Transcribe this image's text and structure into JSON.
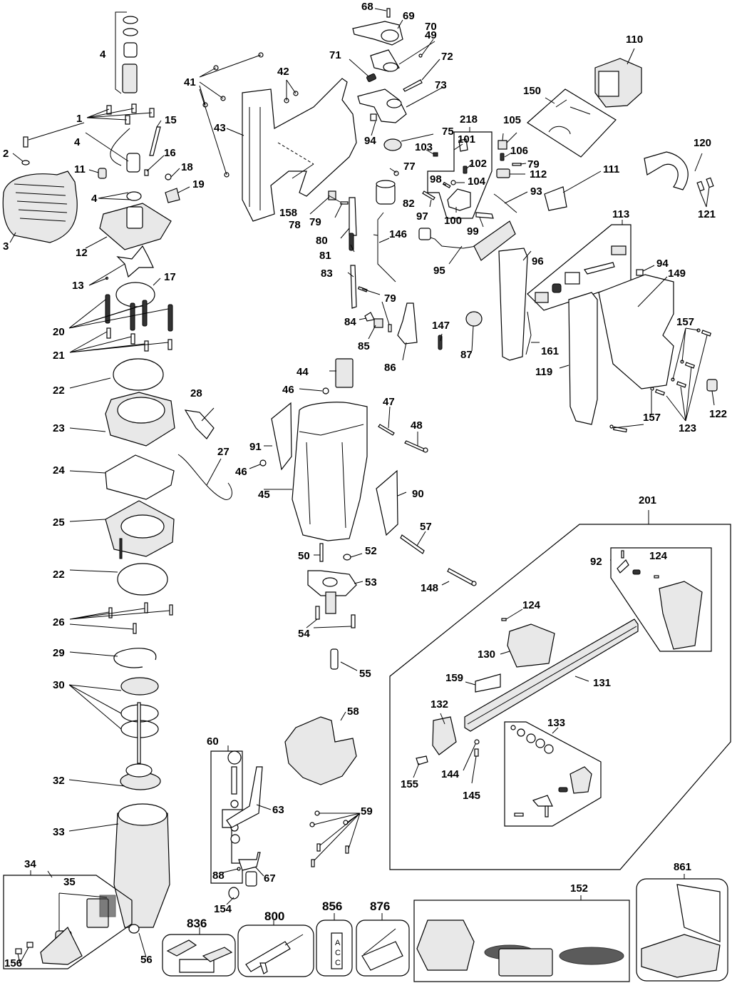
{
  "diagram": {
    "type": "exploded-parts-diagram",
    "subject": "cordless framing nailer",
    "callouts": [
      {
        "id": "1",
        "label": "1"
      },
      {
        "id": "2",
        "label": "2"
      },
      {
        "id": "3",
        "label": "3"
      },
      {
        "id": "4a",
        "label": "4"
      },
      {
        "id": "4b",
        "label": "4"
      },
      {
        "id": "4c",
        "label": "4"
      },
      {
        "id": "11",
        "label": "11"
      },
      {
        "id": "12",
        "label": "12"
      },
      {
        "id": "13",
        "label": "13"
      },
      {
        "id": "15",
        "label": "15"
      },
      {
        "id": "16",
        "label": "16"
      },
      {
        "id": "17",
        "label": "17"
      },
      {
        "id": "18",
        "label": "18"
      },
      {
        "id": "19",
        "label": "19"
      },
      {
        "id": "20",
        "label": "20"
      },
      {
        "id": "21",
        "label": "21"
      },
      {
        "id": "22a",
        "label": "22"
      },
      {
        "id": "22b",
        "label": "22"
      },
      {
        "id": "23",
        "label": "23"
      },
      {
        "id": "24",
        "label": "24"
      },
      {
        "id": "25",
        "label": "25"
      },
      {
        "id": "26",
        "label": "26"
      },
      {
        "id": "27",
        "label": "27"
      },
      {
        "id": "28",
        "label": "28"
      },
      {
        "id": "29",
        "label": "29"
      },
      {
        "id": "30",
        "label": "30"
      },
      {
        "id": "32",
        "label": "32"
      },
      {
        "id": "33",
        "label": "33"
      },
      {
        "id": "34",
        "label": "34"
      },
      {
        "id": "35",
        "label": "35"
      },
      {
        "id": "41",
        "label": "41"
      },
      {
        "id": "42",
        "label": "42"
      },
      {
        "id": "43",
        "label": "43"
      },
      {
        "id": "44",
        "label": "44"
      },
      {
        "id": "45",
        "label": "45"
      },
      {
        "id": "46a",
        "label": "46"
      },
      {
        "id": "46b",
        "label": "46"
      },
      {
        "id": "47",
        "label": "47"
      },
      {
        "id": "48",
        "label": "48"
      },
      {
        "id": "49",
        "label": "49"
      },
      {
        "id": "50",
        "label": "50"
      },
      {
        "id": "52",
        "label": "52"
      },
      {
        "id": "53",
        "label": "53"
      },
      {
        "id": "54",
        "label": "54"
      },
      {
        "id": "55",
        "label": "55"
      },
      {
        "id": "56",
        "label": "56"
      },
      {
        "id": "57",
        "label": "57"
      },
      {
        "id": "58",
        "label": "58"
      },
      {
        "id": "59",
        "label": "59"
      },
      {
        "id": "60",
        "label": "60"
      },
      {
        "id": "63",
        "label": "63"
      },
      {
        "id": "67",
        "label": "67"
      },
      {
        "id": "68",
        "label": "68"
      },
      {
        "id": "69",
        "label": "69"
      },
      {
        "id": "70",
        "label": "70"
      },
      {
        "id": "71",
        "label": "71"
      },
      {
        "id": "72",
        "label": "72"
      },
      {
        "id": "73",
        "label": "73"
      },
      {
        "id": "75",
        "label": "75"
      },
      {
        "id": "77",
        "label": "77"
      },
      {
        "id": "78",
        "label": "78"
      },
      {
        "id": "79a",
        "label": "79"
      },
      {
        "id": "79b",
        "label": "79"
      },
      {
        "id": "79c",
        "label": "79"
      },
      {
        "id": "80",
        "label": "80"
      },
      {
        "id": "81",
        "label": "81"
      },
      {
        "id": "82",
        "label": "82"
      },
      {
        "id": "83",
        "label": "83"
      },
      {
        "id": "84",
        "label": "84"
      },
      {
        "id": "85",
        "label": "85"
      },
      {
        "id": "86",
        "label": "86"
      },
      {
        "id": "87",
        "label": "87"
      },
      {
        "id": "88",
        "label": "88"
      },
      {
        "id": "90",
        "label": "90"
      },
      {
        "id": "91",
        "label": "91"
      },
      {
        "id": "92",
        "label": "92"
      },
      {
        "id": "93",
        "label": "93"
      },
      {
        "id": "94a",
        "label": "94"
      },
      {
        "id": "94b",
        "label": "94"
      },
      {
        "id": "95",
        "label": "95"
      },
      {
        "id": "96",
        "label": "96"
      },
      {
        "id": "97",
        "label": "97"
      },
      {
        "id": "98",
        "label": "98"
      },
      {
        "id": "99",
        "label": "99"
      },
      {
        "id": "100",
        "label": "100"
      },
      {
        "id": "101",
        "label": "101"
      },
      {
        "id": "102",
        "label": "102"
      },
      {
        "id": "103",
        "label": "103"
      },
      {
        "id": "104",
        "label": "104"
      },
      {
        "id": "105",
        "label": "105"
      },
      {
        "id": "106",
        "label": "106"
      },
      {
        "id": "110",
        "label": "110"
      },
      {
        "id": "111",
        "label": "111"
      },
      {
        "id": "112",
        "label": "112"
      },
      {
        "id": "113",
        "label": "113"
      },
      {
        "id": "119",
        "label": "119"
      },
      {
        "id": "120",
        "label": "120"
      },
      {
        "id": "121",
        "label": "121"
      },
      {
        "id": "122",
        "label": "122"
      },
      {
        "id": "123",
        "label": "123"
      },
      {
        "id": "124a",
        "label": "124"
      },
      {
        "id": "124b",
        "label": "124"
      },
      {
        "id": "130",
        "label": "130"
      },
      {
        "id": "131",
        "label": "131"
      },
      {
        "id": "132",
        "label": "132"
      },
      {
        "id": "133",
        "label": "133"
      },
      {
        "id": "144",
        "label": "144"
      },
      {
        "id": "145",
        "label": "145"
      },
      {
        "id": "146",
        "label": "146"
      },
      {
        "id": "147",
        "label": "147"
      },
      {
        "id": "148",
        "label": "148"
      },
      {
        "id": "149",
        "label": "149"
      },
      {
        "id": "150",
        "label": "150"
      },
      {
        "id": "152",
        "label": "152"
      },
      {
        "id": "154",
        "label": "154"
      },
      {
        "id": "155",
        "label": "155"
      },
      {
        "id": "156",
        "label": "156"
      },
      {
        "id": "157a",
        "label": "157"
      },
      {
        "id": "157b",
        "label": "157"
      },
      {
        "id": "158",
        "label": "158"
      },
      {
        "id": "159",
        "label": "159"
      },
      {
        "id": "161",
        "label": "161"
      },
      {
        "id": "201",
        "label": "201"
      },
      {
        "id": "218",
        "label": "218"
      },
      {
        "id": "800",
        "label": "800"
      },
      {
        "id": "836",
        "label": "836"
      },
      {
        "id": "856",
        "label": "856"
      },
      {
        "id": "861",
        "label": "861"
      },
      {
        "id": "876",
        "label": "876"
      }
    ],
    "accessory_tag_text": [
      "A",
      "C",
      "C"
    ]
  }
}
